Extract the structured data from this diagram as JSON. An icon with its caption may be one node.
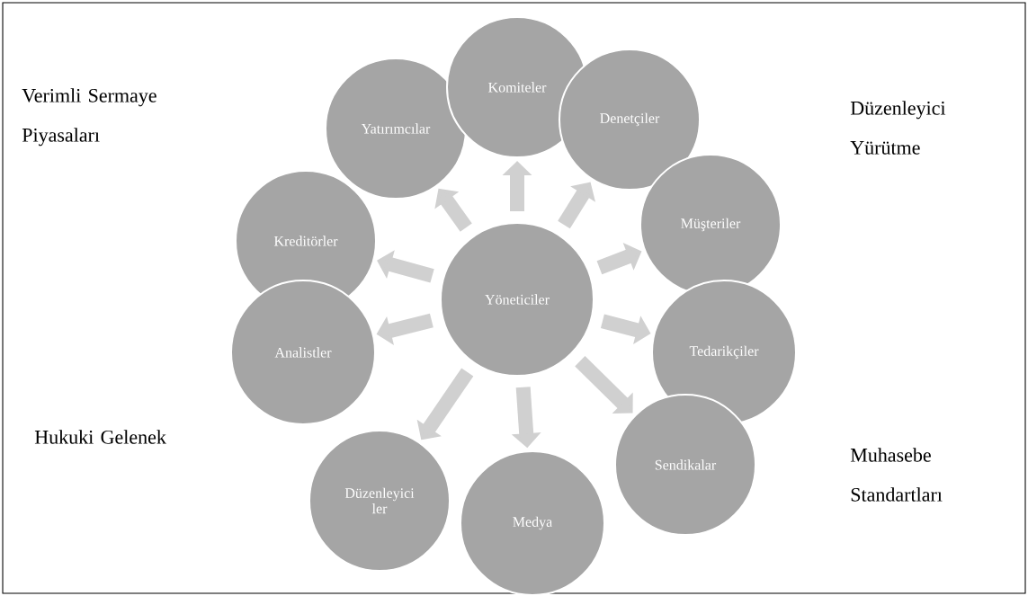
{
  "diagram": {
    "nodes": [
      {
        "text": [
          "Komiteler"
        ]
      },
      {
        "text": [
          "Denetçiler"
        ]
      },
      {
        "text": [
          "Müşteriler"
        ]
      },
      {
        "text": [
          "Tedarikçiler"
        ]
      },
      {
        "text": [
          "Sendikalar"
        ]
      },
      {
        "text": [
          "Medya"
        ]
      },
      {
        "text": [
          "Düzenleyici ler"
        ]
      },
      {
        "text": [
          "Analistler"
        ]
      },
      {
        "text": [
          "Kreditörler"
        ]
      },
      {
        "text": [
          "Yatırımcılar"
        ]
      },
      {
        "text": [
          "Yöneticiler"
        ]
      }
    ],
    "edges": [
      {
        "from": 10,
        "to": 0,
        "arrow": "to"
      },
      {
        "from": 10,
        "to": 1,
        "arrow": "to"
      },
      {
        "from": 10,
        "to": 2,
        "arrow": "to"
      },
      {
        "from": 10,
        "to": 3,
        "arrow": "to"
      },
      {
        "from": 10,
        "to": 4,
        "arrow": "to"
      },
      {
        "from": 10,
        "to": 5,
        "arrow": "to"
      },
      {
        "from": 10,
        "to": 6,
        "arrow": "to"
      },
      {
        "from": 10,
        "to": 7,
        "arrow": "to"
      },
      {
        "from": 10,
        "to": 8,
        "arrow": "to"
      },
      {
        "from": 10,
        "to": 9,
        "arrow": "to"
      }
    ],
    "labels": [
      "Verimli Sermaye Piyasaları",
      "Düzenleyici Yürütme",
      "Hukuki Gelenek",
      "Muhasebe Standartları"
    ]
  }
}
